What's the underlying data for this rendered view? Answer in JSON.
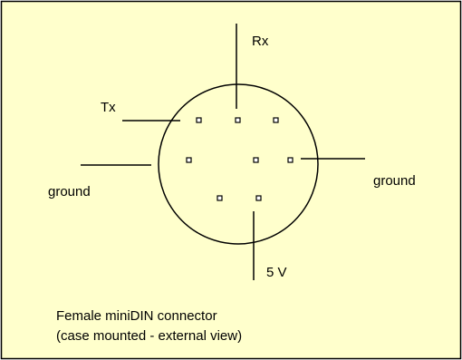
{
  "colors": {
    "background": "#ffffcc",
    "frame": "#000000",
    "stroke": "#000000",
    "pin_fill": "#ffffff"
  },
  "labels": {
    "rx": "Rx",
    "tx": "Tx",
    "ground_left": "ground",
    "ground_right": "ground",
    "five_volt": "5 V"
  },
  "caption": {
    "line1": "Female miniDIN connector",
    "line2": "(case mounted - external view)"
  }
}
